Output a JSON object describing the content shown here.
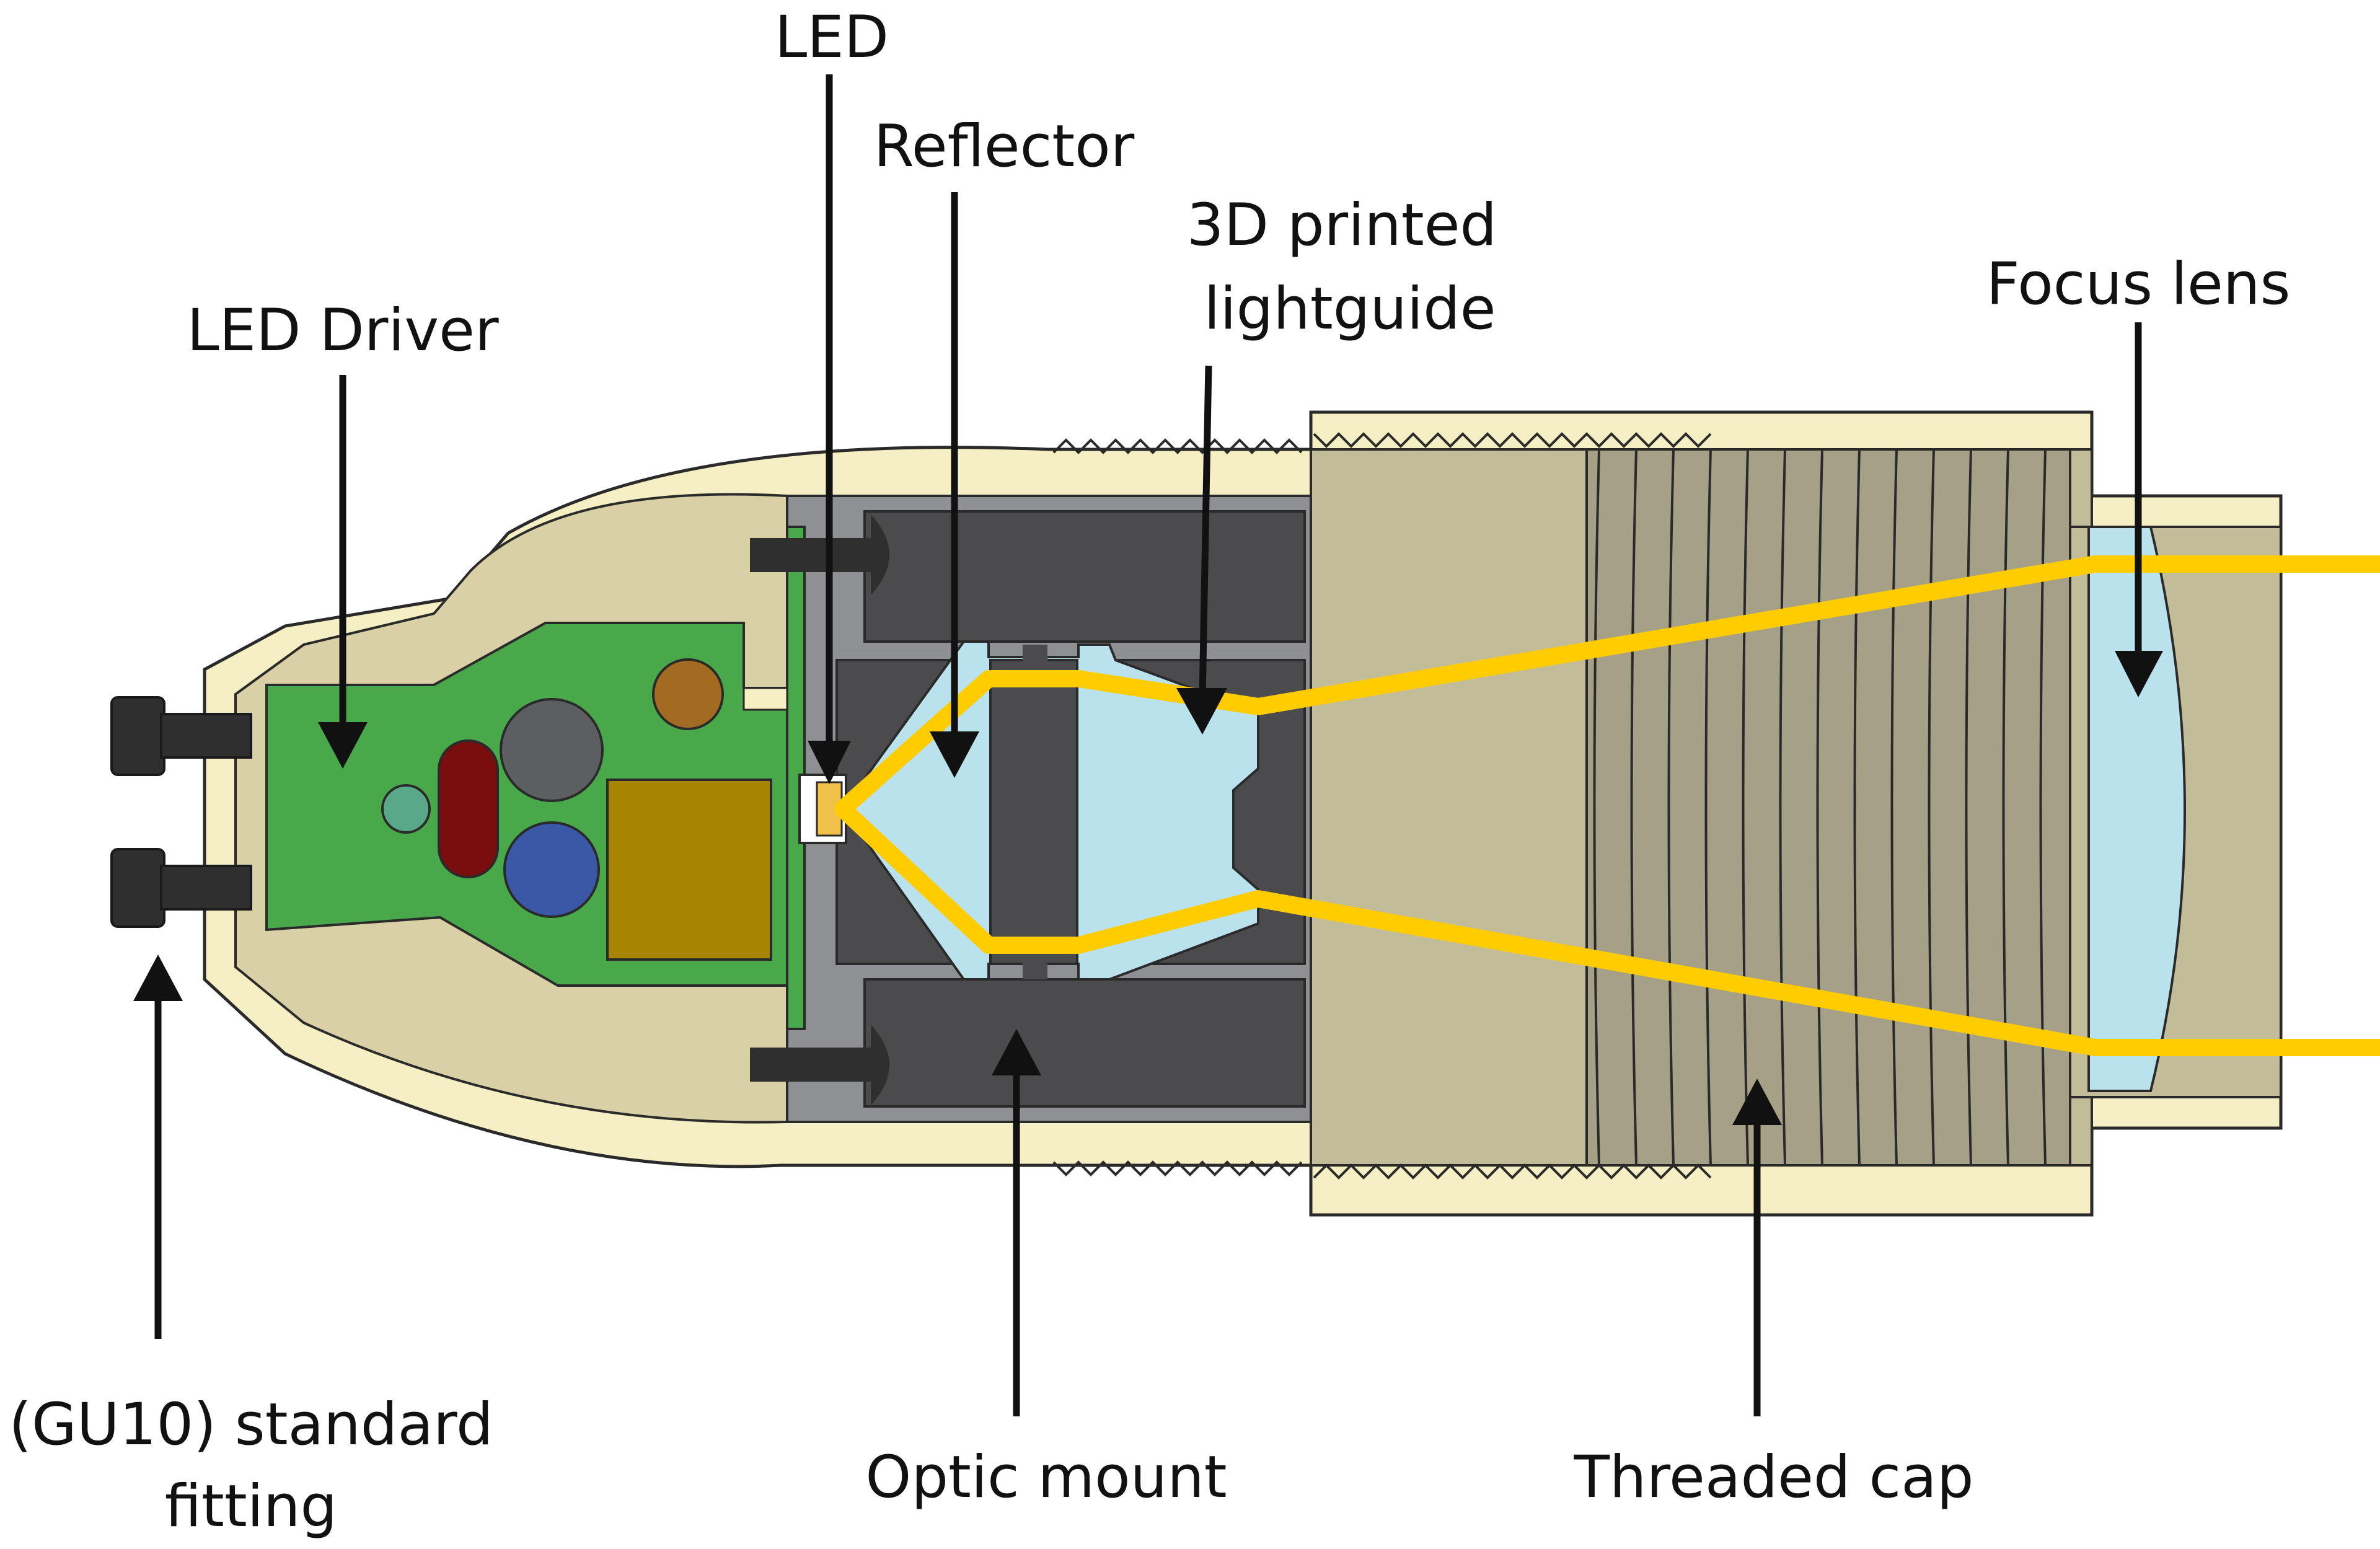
{
  "labels": {
    "led": "LED",
    "reflector": "Reflector",
    "lightguide_line1": "3D printed",
    "lightguide_line2": "lightguide",
    "focus_lens": "Focus lens",
    "led_driver": "LED Driver",
    "fitting_line1": "(GU10) standard",
    "fitting_line2": "fitting",
    "optic_mount": "Optic mount",
    "threaded_cap": "Threaded cap"
  },
  "colors": {
    "housing": "#f6efc4",
    "housing_inner": "#d9d0a6",
    "cap": "#c3bc98",
    "cap_thread": "#a6a186",
    "pcb": "#48a84a",
    "mount_dark": "#4b4b4e",
    "mount_grey": "#8e9094",
    "lightguide": "#b9e2ec",
    "light_beam": "#ffcc00",
    "pins": "#2f2f2f",
    "arrow": "#111111"
  }
}
